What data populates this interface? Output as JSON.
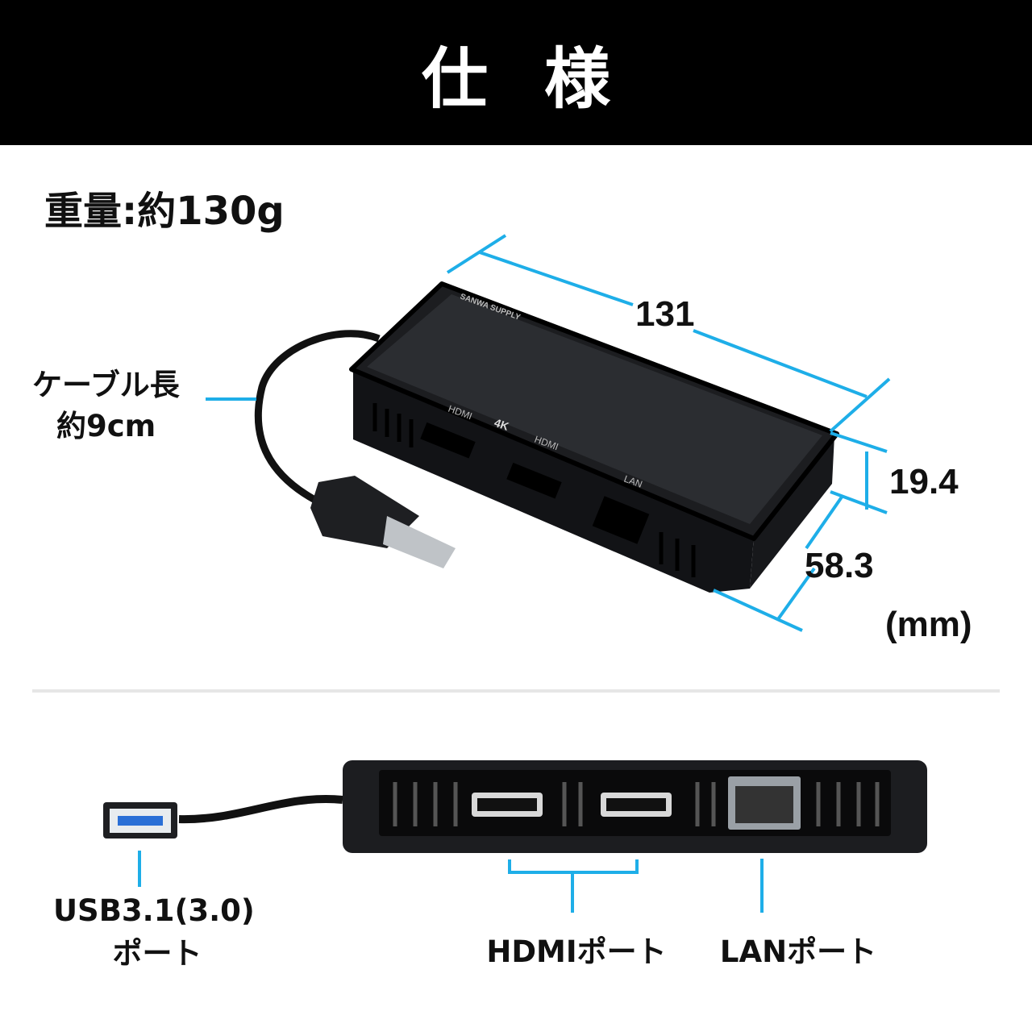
{
  "header": {
    "title": "仕様"
  },
  "weight": "重量:約130g",
  "top_view": {
    "cable_length_line1": "ケーブル長",
    "cable_length_line2": "約9cm",
    "dim_width": "131",
    "dim_height": "19.4",
    "dim_depth": "58.3",
    "unit": "(mm)",
    "device_labels": {
      "logo": "SANWA SUPPLY",
      "hdmi1": "HDMI",
      "badge_4k": "4K",
      "hdmi2": "HDMI",
      "lan": "LAN"
    }
  },
  "front_view": {
    "usb_label_line1": "USB3.1(3.0)",
    "usb_label_line2": "ポート",
    "hdmi_label": "HDMIポート",
    "lan_label": "LANポート"
  },
  "colors": {
    "accent": "#1eaee8",
    "header_bg": "#000000",
    "device": "#1c1d20"
  }
}
